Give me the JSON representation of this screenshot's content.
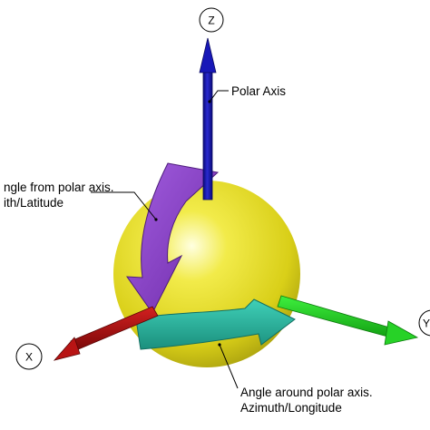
{
  "axes": {
    "z": "Z",
    "x": "X",
    "y": "Y"
  },
  "labels": {
    "polar_axis": "Polar Axis",
    "polar_angle_line1": "ngle from polar axis.",
    "polar_angle_line2": "ith/Latitude",
    "azimuth_line1": "Angle around polar axis.",
    "azimuth_line2": "Azimuth/Longitude"
  },
  "colors": {
    "sphere": "#e6de1f",
    "z_axis": "#1515a8",
    "x_axis": "#b01010",
    "y_axis": "#1ec81e",
    "polar_arrow": "#8a3fc4",
    "azimuth_arrow": "#2bb7a0"
  }
}
